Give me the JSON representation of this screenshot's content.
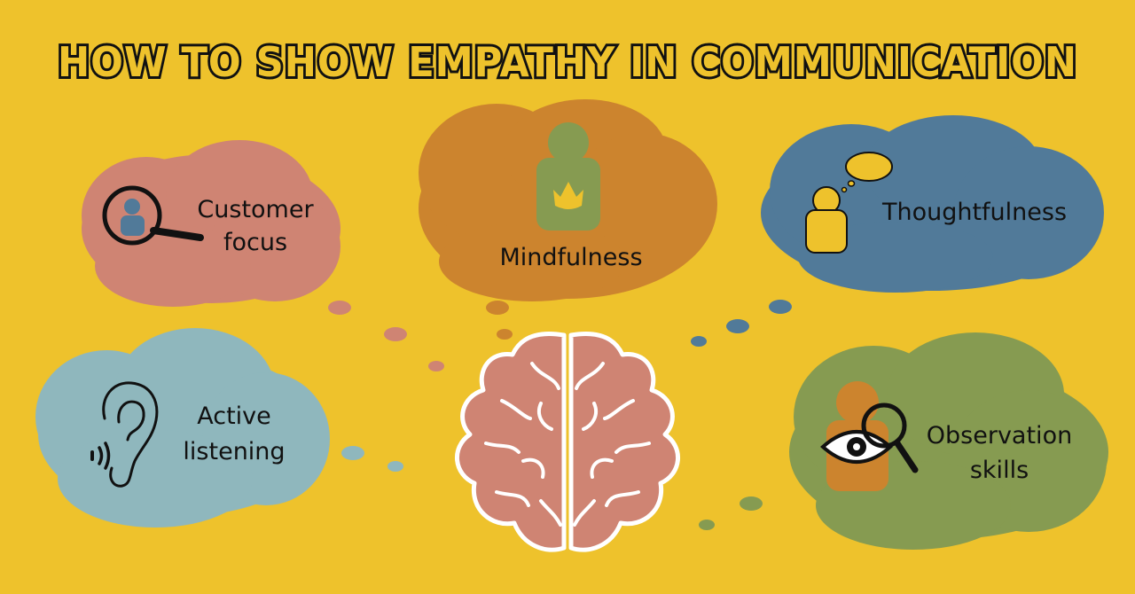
{
  "title": "HOW TO SHOW EMPATHY IN COMMUNICATION",
  "colors": {
    "background": "#eec22c",
    "customer_focus": "#cf8473",
    "mindfulness": "#cc842e",
    "thoughtfulness": "#517a99",
    "active_listening": "#8fb7bd",
    "observation_skills": "#869b51",
    "brain": "#cf8473"
  },
  "bubbles": {
    "customer_focus": {
      "line1": "Customer",
      "line2": "focus",
      "icon": "magnifier-person-icon"
    },
    "mindfulness": {
      "line1": "Mindfulness",
      "icon": "person-lotus-icon"
    },
    "thoughtfulness": {
      "line1": "Thoughtfulness",
      "icon": "thinking-person-icon"
    },
    "active_listening": {
      "line1": "Active",
      "line2": "listening",
      "icon": "ear-icon"
    },
    "observation_skills": {
      "line1": "Observation",
      "line2": "skills",
      "icon": "eye-magnifier-icon"
    }
  },
  "center_icon": "brain-icon"
}
